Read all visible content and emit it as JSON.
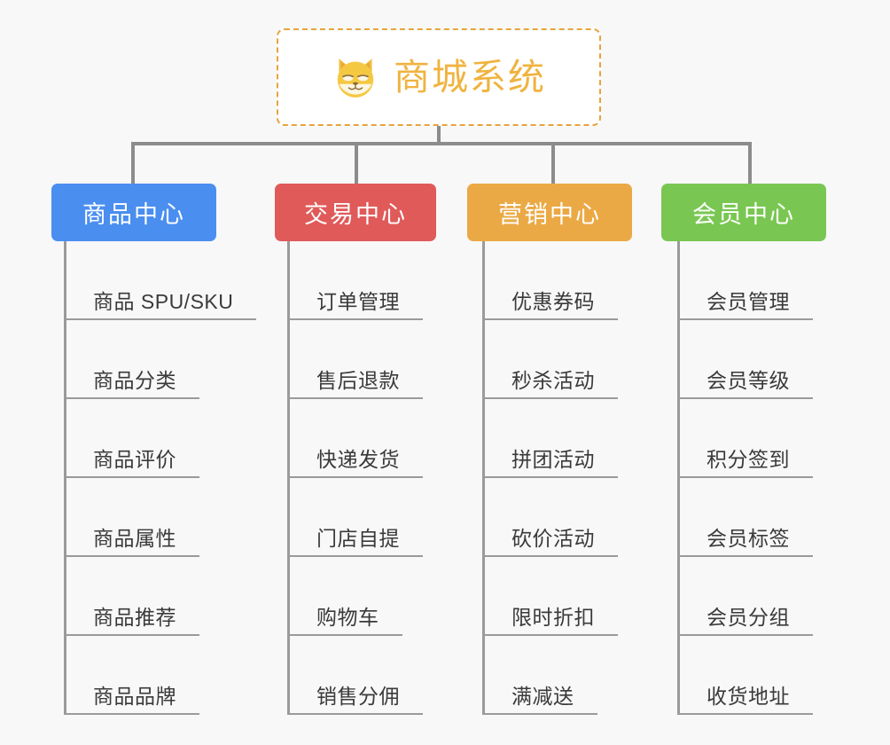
{
  "page": {
    "background_color": "#f8f8f8",
    "line_color": "#8c8c8c",
    "leaf_line_color": "#9a9a9a",
    "leaf_text_color": "#3a3a3a"
  },
  "root": {
    "title": "商城系统",
    "icon": "shiba-dog-face-emoji",
    "text_color": "#f0b33f",
    "border_color": "#e7a33e",
    "background_color": "#ffffff"
  },
  "columns": [
    {
      "id": "product-center",
      "title": "商品中心",
      "color": "#4a8ef0",
      "items": [
        "商品 SPU/SKU",
        "商品分类",
        "商品评价",
        "商品属性",
        "商品推荐",
        "商品品牌"
      ]
    },
    {
      "id": "trade-center",
      "title": "交易中心",
      "color": "#e05a5a",
      "items": [
        "订单管理",
        "售后退款",
        "快递发货",
        "门店自提",
        "购物车",
        "销售分佣"
      ]
    },
    {
      "id": "marketing-center",
      "title": "营销中心",
      "color": "#eba945",
      "items": [
        "优惠券码",
        "秒杀活动",
        "拼团活动",
        "砍价活动",
        "限时折扣",
        "满减送"
      ]
    },
    {
      "id": "member-center",
      "title": "会员中心",
      "color": "#79c752",
      "items": [
        "会员管理",
        "会员等级",
        "积分签到",
        "会员标签",
        "会员分组",
        "收货地址"
      ]
    }
  ]
}
